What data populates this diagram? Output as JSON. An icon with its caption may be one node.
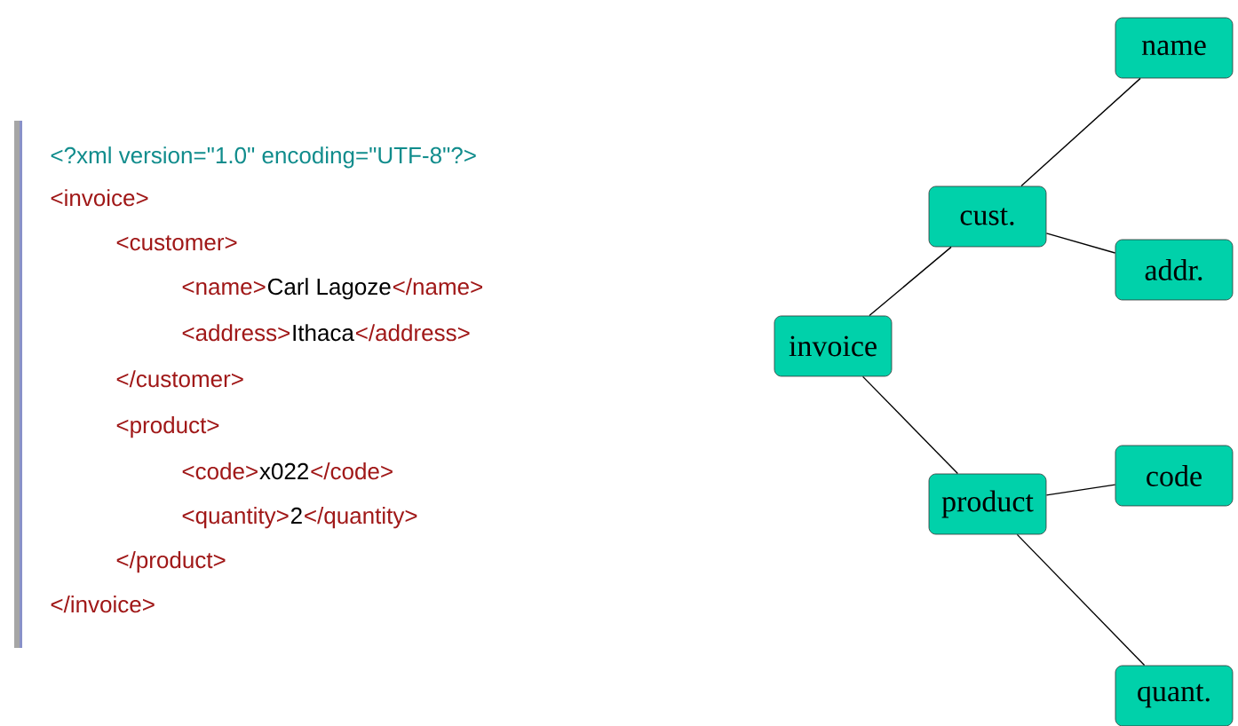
{
  "diagram": {
    "nodes": [
      {
        "text": [
          "name"
        ]
      },
      {
        "text": [
          "cust."
        ]
      },
      {
        "text": [
          "addr."
        ]
      },
      {
        "text": [
          "invoice"
        ]
      },
      {
        "text": [
          "code"
        ]
      },
      {
        "text": [
          "product"
        ]
      },
      {
        "text": [
          "quant."
        ]
      }
    ],
    "edges": [
      {
        "from": 3,
        "to": 1,
        "arrow": "none"
      },
      {
        "from": 1,
        "to": 0,
        "arrow": "none"
      },
      {
        "from": 1,
        "to": 2,
        "arrow": "none"
      },
      {
        "from": 3,
        "to": 5,
        "arrow": "none"
      },
      {
        "from": 5,
        "to": 4,
        "arrow": "none"
      },
      {
        "from": 5,
        "to": 6,
        "arrow": "none"
      }
    ],
    "labels": [
      "<?xml version=\"1.0\" encoding=\"UTF-8\"?>",
      "<invoice>",
      "<customer>",
      "<name>",
      "Carl Lagoze",
      "</name>",
      "<address>",
      "Ithaca",
      "</address>",
      "</customer>",
      "<product>",
      "<code>",
      "x022",
      "</code>",
      "<quantity>",
      "2",
      "</quantity>",
      "</product>",
      "</invoice>"
    ]
  }
}
